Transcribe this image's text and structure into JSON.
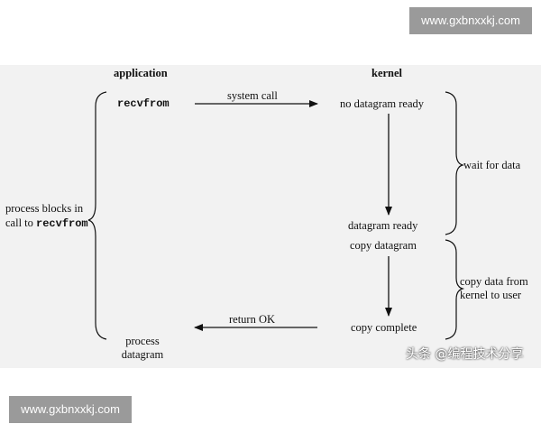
{
  "watermark_top": "www.gxbnxxkj.com",
  "watermark_bottom": "www.gxbnxxkj.com",
  "source_tag": "头条 @编程技术分享",
  "columns": {
    "application": "application",
    "kernel": "kernel"
  },
  "app": {
    "recvfrom": "recvfrom",
    "process_line1": "process",
    "process_line2": "datagram"
  },
  "left_brace": {
    "line1": "process blocks in",
    "line2_prefix": "call to ",
    "line2_code": "recvfrom"
  },
  "arrows": {
    "system_call": "system call",
    "return_ok": "return OK"
  },
  "kernel_steps": {
    "no_datagram": "no datagram ready",
    "datagram_ready": "datagram ready",
    "copy_datagram": "copy datagram",
    "copy_complete": "copy complete"
  },
  "phases": {
    "wait": "wait for data",
    "copy_line1": "copy data from",
    "copy_line2": "kernel to user"
  }
}
